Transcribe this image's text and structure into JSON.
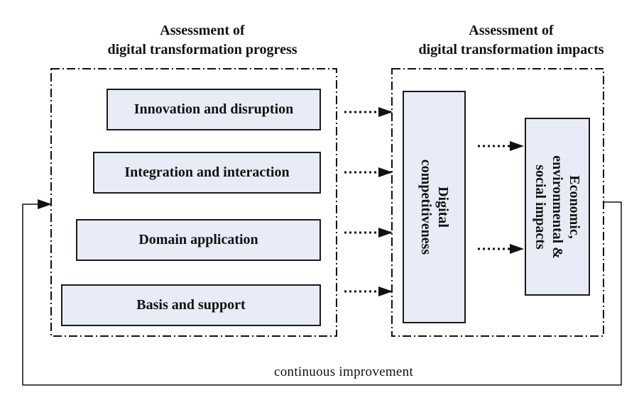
{
  "progress_section": {
    "title_line1": "Assessment of",
    "title_line2": "digital transformation progress",
    "dimensions": [
      "Innovation and disruption",
      "Integration and interaction",
      "Domain application",
      "Basis and support"
    ]
  },
  "impacts_section": {
    "title_line1": "Assessment of",
    "title_line2": "digital transformation impacts",
    "competitiveness_line1": "Digital",
    "competitiveness_line2": "competitiveness",
    "impacts_line1": "Economic,",
    "impacts_line2": "environmental &",
    "impacts_line3": "social impacts"
  },
  "feedback_label": "continuous improvement"
}
